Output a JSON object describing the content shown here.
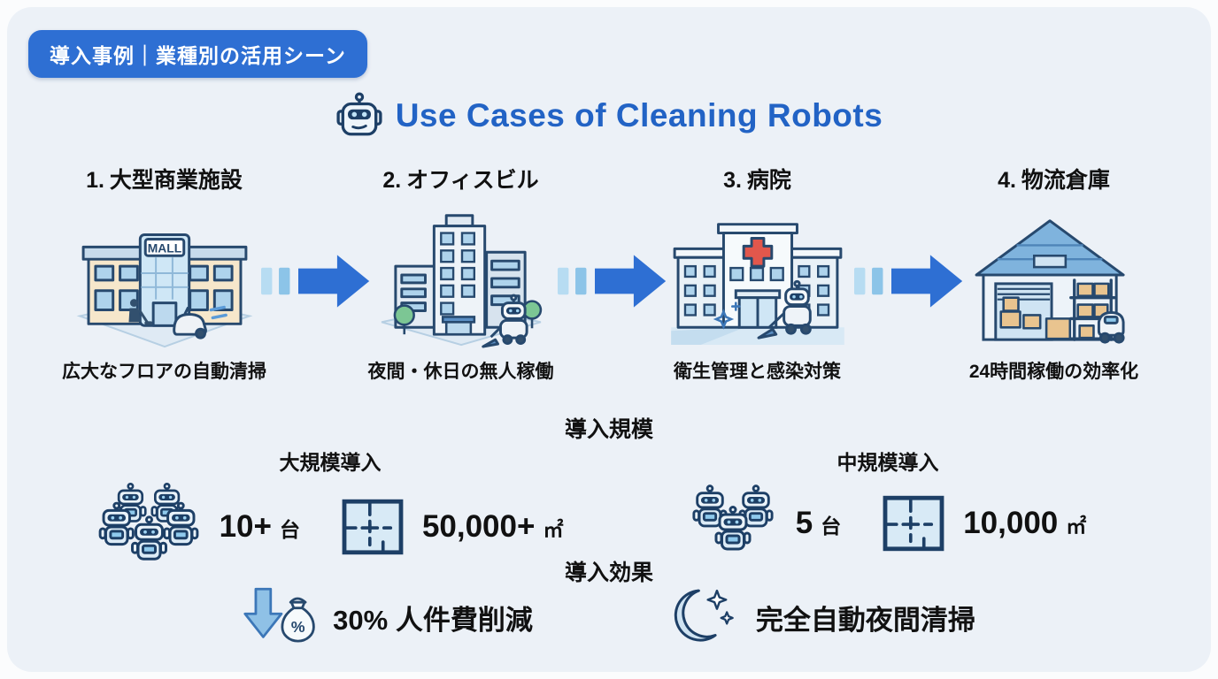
{
  "badge": {
    "label": "導入事例｜業種別の活用シーン"
  },
  "title": {
    "text": "Use Cases of Cleaning Robots",
    "icon": "robot-head-icon",
    "color": "#2263c5"
  },
  "use_cases": [
    {
      "number": "1.",
      "name": "大型商業施設",
      "caption": "広大なフロアの自動清掃",
      "illustration": "mall-illustration",
      "sign": "MALL"
    },
    {
      "number": "2.",
      "name": "オフィスビル",
      "caption": "夜間・休日の無人稼働",
      "illustration": "office-building-illustration"
    },
    {
      "number": "3.",
      "name": "病院",
      "caption": "衛生管理と感染対策",
      "illustration": "hospital-illustration"
    },
    {
      "number": "4.",
      "name": "物流倉庫",
      "caption": "24時間稼働の効率化",
      "illustration": "warehouse-illustration"
    }
  ],
  "scale_section": {
    "heading": "導入規模",
    "groups": [
      {
        "label": "大規模導入",
        "robots": {
          "icon": "robot-group-icon",
          "value": "10+",
          "unit": "台"
        },
        "area": {
          "icon": "floorplan-icon",
          "value": "50,000+",
          "unit": "㎡"
        }
      },
      {
        "label": "中規模導入",
        "robots": {
          "icon": "robot-group-icon",
          "value": "5",
          "unit": "台"
        },
        "area": {
          "icon": "floorplan-icon",
          "value": "10,000",
          "unit": "㎡"
        }
      }
    ]
  },
  "effect_section": {
    "heading": "導入効果",
    "items": [
      {
        "icon": "cost-reduction-icon",
        "text": "30% 人件費削減"
      },
      {
        "icon": "night-cleaning-moon-icon",
        "text": "完全自動夜間清掃"
      }
    ]
  },
  "colors": {
    "accent_blue": "#2e6fd3",
    "title_blue": "#2263c5",
    "panel_bg": "#ecf1f7",
    "outline_navy": "#27496e",
    "arrow_dash_light": "#b7dcf2",
    "arrow_dash_mid": "#8cc4e8",
    "text": "#111111"
  }
}
